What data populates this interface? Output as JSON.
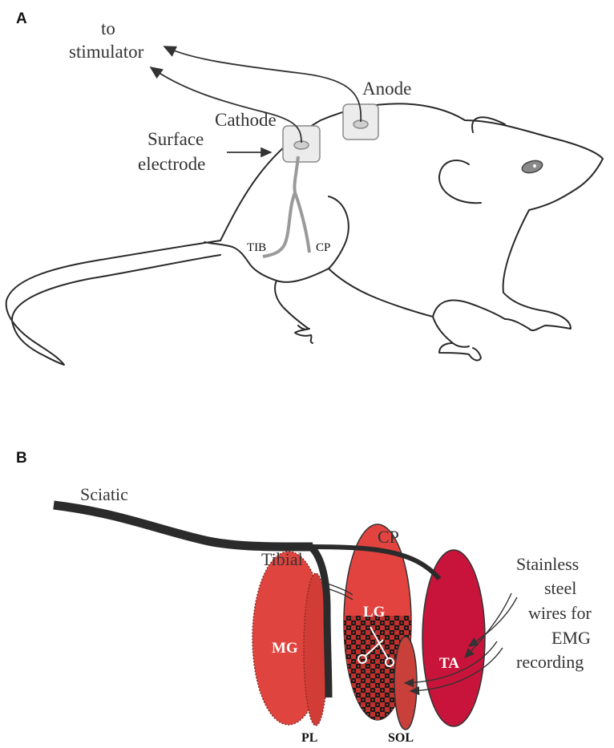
{
  "panel_a": {
    "letter": "A",
    "to_stimulator_line1": "to",
    "to_stimulator_line2": "stimulator",
    "anode": "Anode",
    "cathode": "Cathode",
    "surface_line1": "Surface",
    "surface_line2": "electrode",
    "tib": "TIB",
    "cp": "CP"
  },
  "panel_b": {
    "letter": "B",
    "sciatic": "Sciatic",
    "tibial": "Tibial",
    "cp": "CP",
    "stainless_line1": "Stainless",
    "stainless_line2": "steel",
    "stainless_line3": "wires for",
    "stainless_line4": "EMG",
    "stainless_line5": "recording",
    "mg": "MG",
    "lg": "LG",
    "ta": "TA",
    "pl": "PL",
    "sol": "SOL"
  },
  "colors": {
    "mg": "#e0443e",
    "lg": "#e2433f",
    "ta": "#c8143a",
    "sol": "#c9403a",
    "nerve": "#2b2b2b",
    "electrode_fill": "#ececec",
    "electrode_stroke": "#8a8a8a",
    "wire_gray": "#9a9a9a"
  }
}
